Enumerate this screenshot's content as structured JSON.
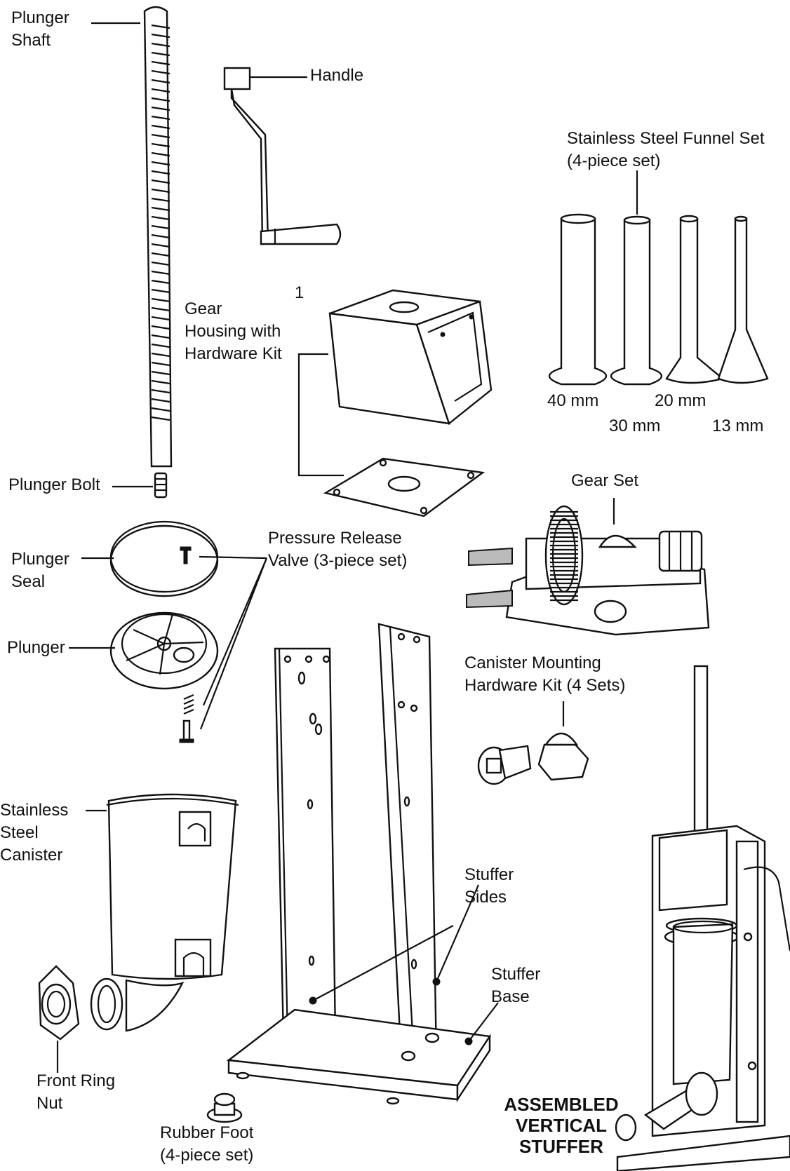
{
  "labels": {
    "plunger_shaft": "Plunger\nShaft",
    "handle": "Handle",
    "funnel_set": "Stainless Steel Funnel Set\n(4-piece set)",
    "marker_1": "1",
    "gear_housing": "Gear\nHousing with\nHardware Kit",
    "funnel_40": "40 mm",
    "funnel_20": "20 mm",
    "funnel_30": "30 mm",
    "funnel_13": "13 mm",
    "plunger_bolt": "Plunger Bolt",
    "gear_set": "Gear Set",
    "pressure_valve": "Pressure Release\nValve (3-piece set)",
    "plunger_seal": "Plunger\nSeal",
    "plunger": "Plunger",
    "canister_hardware": "Canister Mounting\nHardware Kit (4 Sets)",
    "canister": "Stainless\nSteel\nCanister",
    "stuffer_sides": "Stuffer\nSides",
    "stuffer_base": "Stuffer\nBase",
    "front_ring_nut": "Front Ring\nNut",
    "rubber_foot": "Rubber Foot\n(4-piece set)",
    "assembled": "ASSEMBLED\nVERTICAL\nSTUFFER"
  },
  "colors": {
    "ink": "#111111",
    "paper": "#ffffff",
    "shade": "#bbbbbb"
  }
}
